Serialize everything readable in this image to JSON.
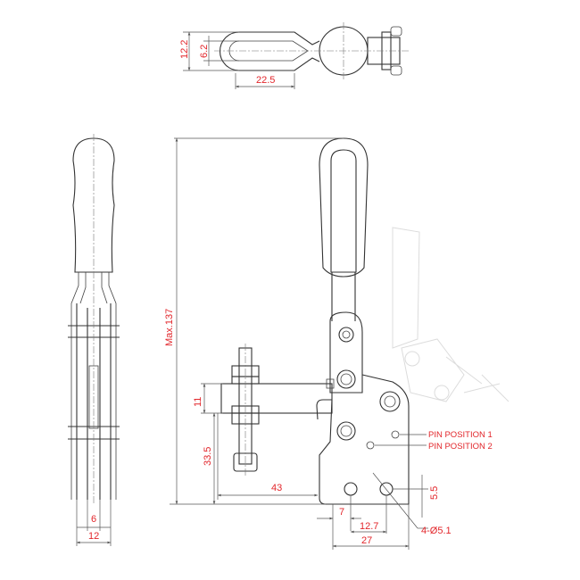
{
  "drawing": {
    "accent_color": "#e2262b",
    "top_view": {
      "width_outer": "12.2",
      "slot_width": "6.2",
      "slot_length": "22.5"
    },
    "side_view": {
      "max_height": "Max.137",
      "bar_thickness": "11",
      "spindle_height": "33.5",
      "reach": "43",
      "hole_offset": "7",
      "hole_spacing": "12.7",
      "base_width": "27",
      "hole_edge": "5.5",
      "holes": "4-Ø5.1",
      "pin_position_1": "PIN POSITION 1",
      "pin_position_2": "PIN POSITION 2"
    },
    "front_view": {
      "inner_width": "6",
      "outer_width": "12"
    }
  }
}
